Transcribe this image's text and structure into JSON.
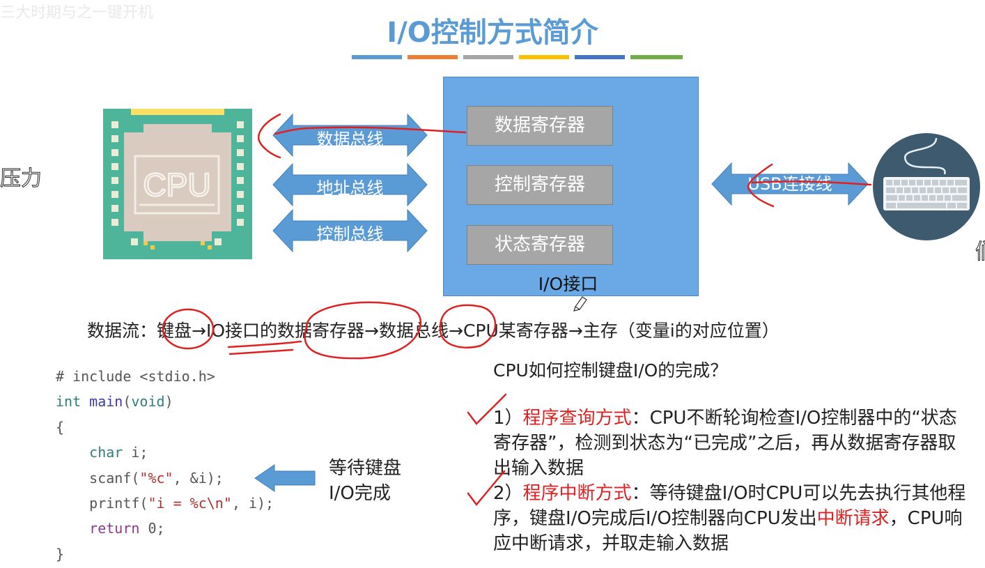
{
  "slide": {
    "title": "I/O控制方式简介",
    "title_stripe_colors": [
      "#5b9bd5",
      "#ed7d31",
      "#a5a5a5",
      "#ffc000",
      "#4472c4",
      "#70ad47"
    ]
  },
  "diagram": {
    "cpu_chip_label": "CPU",
    "buses": {
      "data": "数据总线",
      "address": "地址总线",
      "control": "控制总线"
    },
    "interface": {
      "label": "I/O接口",
      "registers": [
        "数据寄存器",
        "控制寄存器",
        "状态寄存器"
      ]
    },
    "usb_label": "USB连接线",
    "device_icon": "keyboard-icon",
    "cpu_icon": "cpu-chip-icon"
  },
  "edge_fragments": {
    "left": "压力",
    "top": "三大时期与之一键开机",
    "right": "们"
  },
  "data_flow": {
    "prefix": "数据流：",
    "steps": [
      "键盘",
      "IO接口的数据寄存器",
      "数据总线",
      "CPU某寄存器",
      "主存（变量i的对应位置）"
    ],
    "arrow": "→"
  },
  "code": {
    "lines": [
      "# include <stdio.h>",
      "int main(void)",
      "{",
      "    char i;",
      "    scanf(\"%c\", &i);",
      "    printf(\"i = %c\\n\", i);",
      "    return 0;",
      "}"
    ],
    "wait_note_line1": "等待键盘",
    "wait_note_line2": "I/O完成"
  },
  "explanation": {
    "question": "CPU如何控制键盘I/O的完成？",
    "item1": {
      "number": "1）",
      "method": "程序查询方式",
      "colon": "：",
      "text": "CPU不断轮询检查I/O控制器中的“状态寄存器”，检测到状态为“已完成”之后，再从数据寄存器取出输入数据"
    },
    "item2": {
      "number": "2）",
      "method": "程序中断方式",
      "colon": "：",
      "text_before": "等待键盘I/O时CPU可以先去执行其他程序，键盘I/O完成后I/O控制器向CPU发出",
      "highlight": "中断请求",
      "text_after": "，CPU响应中断请求，并取走输入数据"
    }
  },
  "colors": {
    "accent_blue": "#5b9bd5",
    "interface_blue": "#6aa9e6",
    "register_gray": "#a6a6a6",
    "annotation_red": "#e02020"
  }
}
